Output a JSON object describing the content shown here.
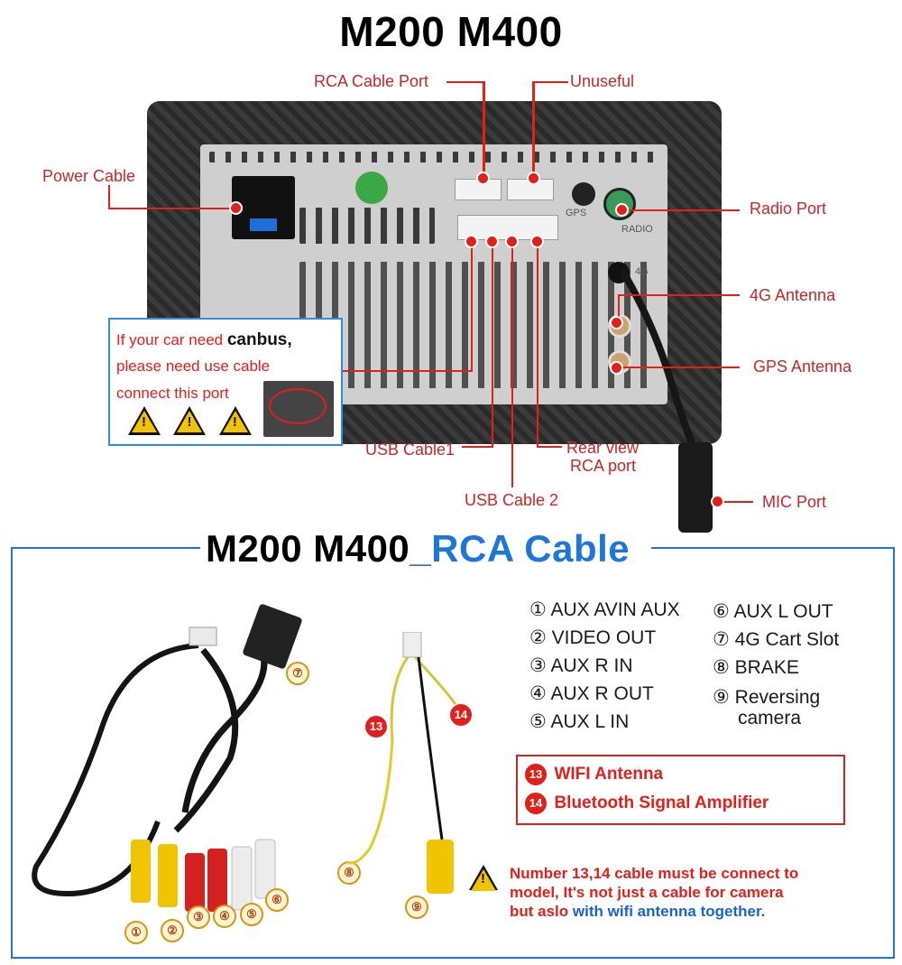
{
  "top": {
    "title": "M200 M400",
    "callouts": {
      "rca_cable_port": "RCA Cable Port",
      "unuseful": "Unuseful",
      "power_cable": "Power Cable",
      "radio_port": "Radio Port",
      "antenna_4g": "4G Antenna",
      "gps_antenna": "GPS Antenna",
      "usb_cable1": "USB Cable1",
      "usb_cable2": "USB Cable 2",
      "rear_view_1": "Rear view",
      "rear_view_2": "RCA port",
      "mic_port": "MIC Port"
    },
    "canbus": {
      "line1_prefix": "If your car need ",
      "line1_bold": "canbus,",
      "line2": "please need use cable",
      "line3": "connect this port"
    },
    "device_labels": {
      "gps": "GPS",
      "radio": "RADIO",
      "g4": "4G"
    }
  },
  "rca": {
    "title_black": "M200 M400",
    "title_blue": "_RCA Cable",
    "legend_left": [
      "① AUX AVIN AUX",
      "② VIDEO OUT",
      "③ AUX R IN",
      "④ AUX R OUT",
      "⑤ AUX L IN"
    ],
    "legend_right": [
      "⑥ AUX L OUT",
      "⑦ 4G Cart Slot",
      "⑧ BRAKE",
      "⑨ Reversing",
      "camera"
    ],
    "wifi_box": {
      "item13_num": "13",
      "item13": "WIFI Antenna",
      "item14_num": "14",
      "item14": "Bluetooth Signal Amplifier"
    },
    "notice": {
      "line1": "Number 13,14 cable must be connect to",
      "line2": "model, It's not just a cable for camera",
      "line3_red": "but aslo ",
      "line3_blue": "with wifi antenna together."
    },
    "cable_markers": [
      "①",
      "②",
      "③",
      "④",
      "⑤",
      "⑥",
      "⑦",
      "⑧",
      "⑨"
    ],
    "badge_13": "13",
    "badge_14": "14"
  },
  "colors": {
    "accent_red": "#e0201b",
    "accent_blue": "#1e77d8"
  }
}
